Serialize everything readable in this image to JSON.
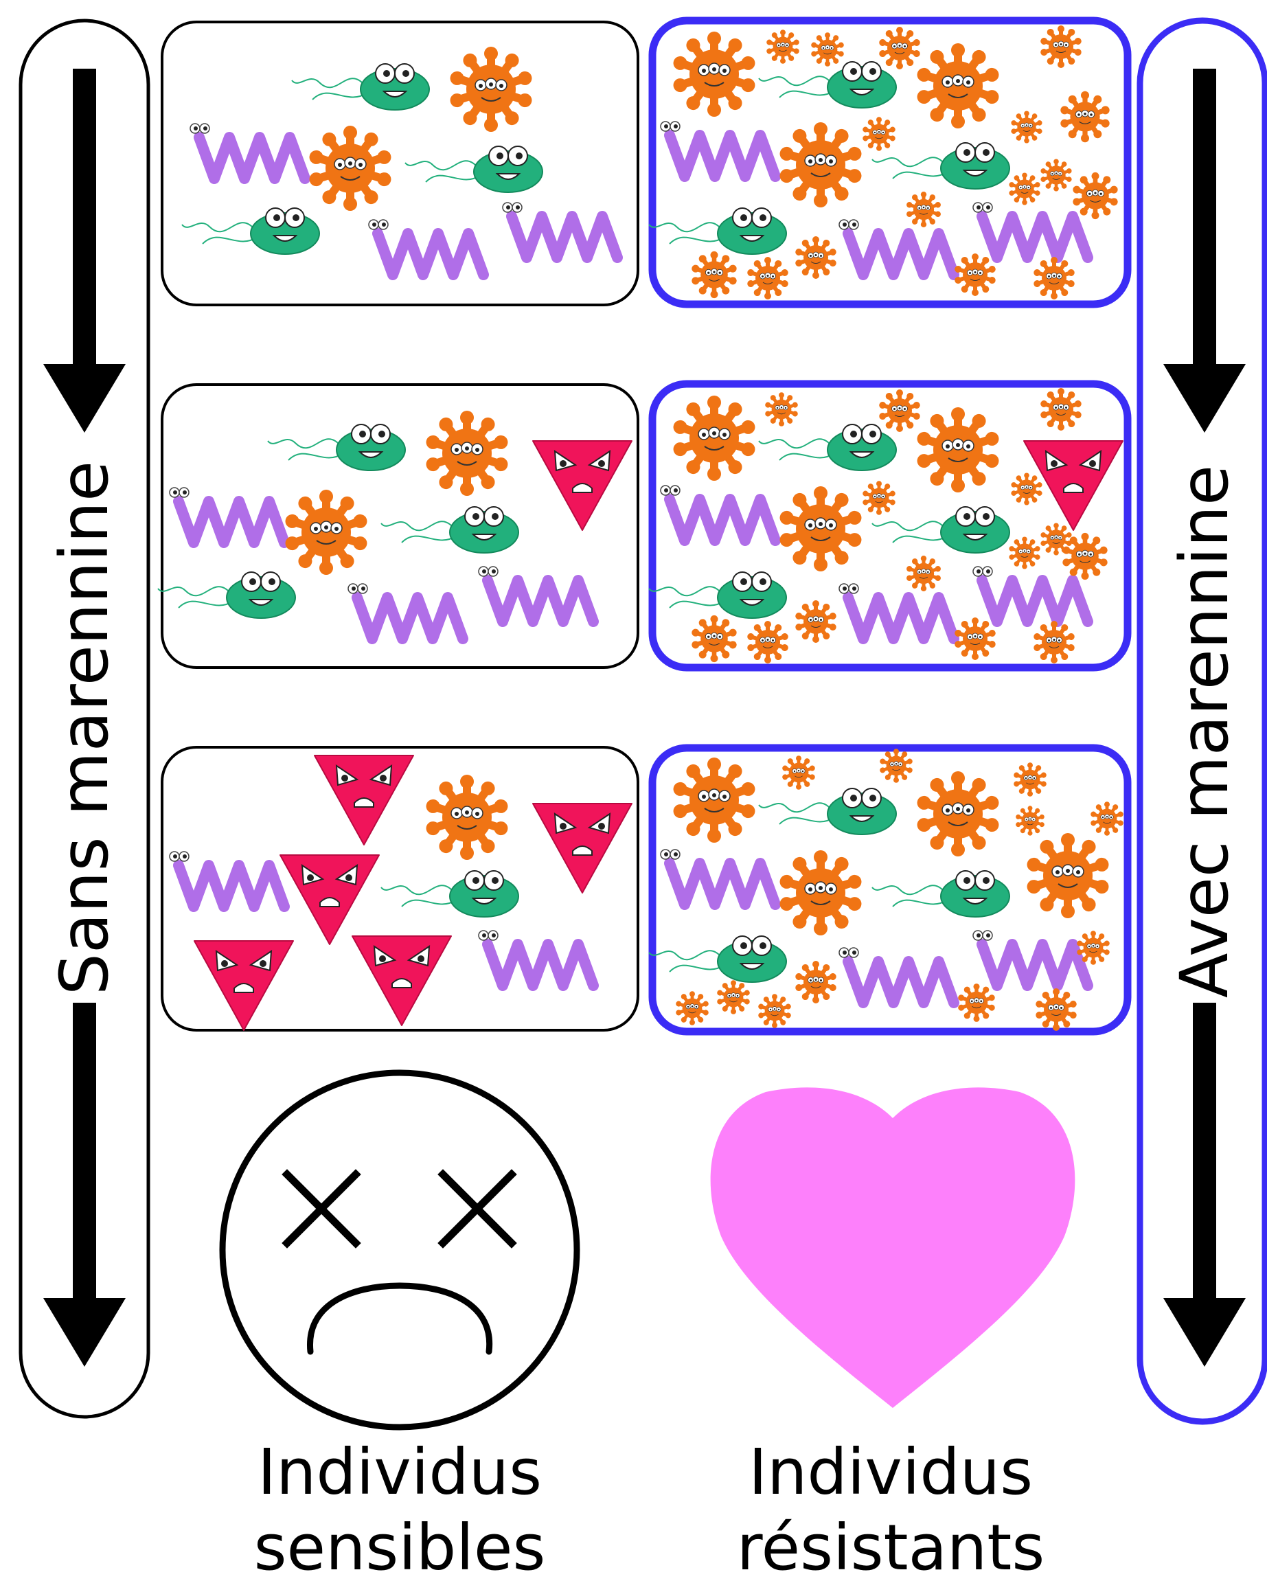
{
  "left_axis": {
    "label": "Sans marennine"
  },
  "right_axis": {
    "label": "Avec marennine"
  },
  "outcomes": {
    "left": {
      "line1": "Individus",
      "line2": "sensibles"
    },
    "right": {
      "line1": "Individus",
      "line2": "résistants"
    }
  },
  "colors": {
    "left_frame": "#000000",
    "right_frame": "#3b2cf5",
    "virus": "#f07414",
    "bacterium": "#22b07c",
    "spirochete": "#b06ee8",
    "pathogen_triangle": "#f0145a",
    "heart": "#fd80fb"
  },
  "panels": {
    "left": [
      {
        "row": 1,
        "contents": [
          "bacterium",
          "bacterium",
          "bacterium",
          "virus",
          "virus",
          "spirochete",
          "spirochete",
          "spirochete"
        ]
      },
      {
        "row": 2,
        "contents": [
          "bacterium",
          "bacterium",
          "bacterium",
          "virus",
          "virus",
          "spirochete",
          "spirochete",
          "spirochete",
          "pathogen-triangle"
        ]
      },
      {
        "row": 3,
        "contents": [
          "bacterium",
          "virus",
          "spirochete",
          "spirochete",
          "pathogen-triangle",
          "pathogen-triangle",
          "pathogen-triangle",
          "pathogen-triangle",
          "pathogen-triangle"
        ]
      }
    ],
    "right": [
      {
        "row": 1,
        "contents": [
          "bacterium",
          "bacterium",
          "bacterium",
          "virus",
          "virus",
          "virus",
          "spirochete",
          "spirochete",
          "spirochete",
          "small-virus-cluster"
        ]
      },
      {
        "row": 2,
        "contents": [
          "bacterium",
          "bacterium",
          "bacterium",
          "virus",
          "virus",
          "virus",
          "spirochete",
          "spirochete",
          "spirochete",
          "pathogen-triangle",
          "small-virus-cluster"
        ]
      },
      {
        "row": 3,
        "contents": [
          "bacterium",
          "bacterium",
          "bacterium",
          "virus",
          "virus",
          "virus",
          "virus",
          "spirochete",
          "spirochete",
          "spirochete",
          "small-virus-cluster"
        ]
      }
    ]
  },
  "icons": {
    "sad_face": "dead-face-icon",
    "heart": "heart-icon"
  }
}
